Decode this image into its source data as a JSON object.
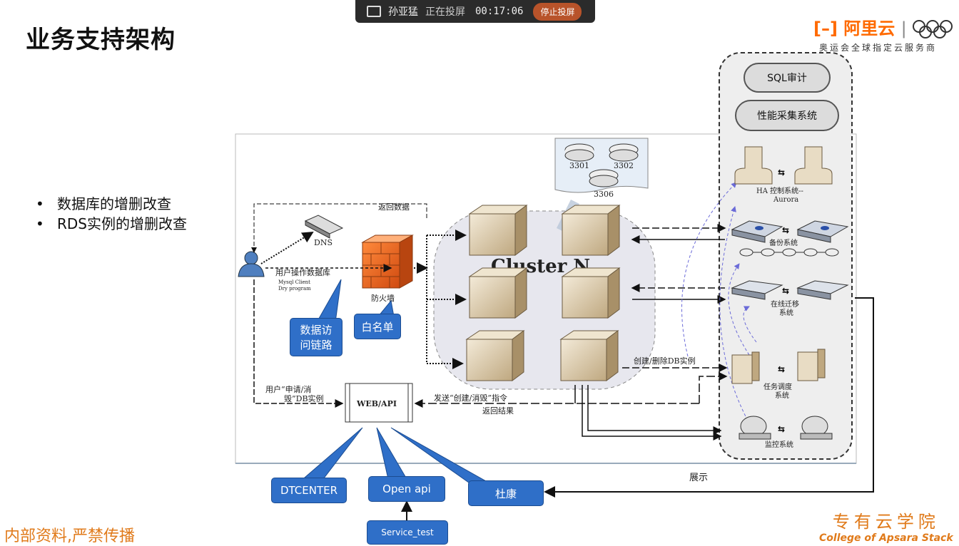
{
  "share_bar": {
    "presenter": "孙亚猛",
    "status": "正在投屏",
    "time": "00:17:06",
    "stop_label": "停止投屏"
  },
  "title": "业务支持架构",
  "logo": {
    "brand": "阿里云",
    "tagline": "奥运会全球指定云服务商"
  },
  "bullets": [
    "数据库的增删改查",
    "RDS实例的增删改查"
  ],
  "watermark_left": "内部资料,严禁传播",
  "watermark_right": {
    "cn": "专有云学院",
    "en": "College of Apsara Stack"
  },
  "diagram": {
    "db_ports": [
      "3301",
      "3302",
      "3306"
    ],
    "return_data": "返回数据",
    "dns": "DNS",
    "user_op": "用户操作数据库",
    "client_lines": [
      "Mysql Client",
      "Dry program"
    ],
    "firewall": "防火墙",
    "cluster": "Cluster N",
    "user_apply": [
      "用户“申请/消",
      "毁”DB实例"
    ],
    "webapi": "WEB/API",
    "send_cmd": "发送“创建/消毁”指令",
    "return_result": "返回结果",
    "create_delete": "创建/删除DB实例",
    "ha": [
      "HA 控制系统--",
      "Aurora"
    ],
    "backup": "备份系统",
    "migrate": [
      "在线迁移",
      "系统"
    ],
    "scheduler": [
      "任务调度",
      "系统"
    ],
    "monitor": "监控系统",
    "show": "展示",
    "sql_audit": "SQL审计",
    "perf": "性能采集系统"
  },
  "callouts": {
    "data_link": [
      "数据访",
      "问链路"
    ],
    "whitelist": "白名单",
    "dtcenter": "DTCENTER",
    "openapi": "Open api",
    "dukang": "杜康",
    "service_test": "Service_test"
  }
}
